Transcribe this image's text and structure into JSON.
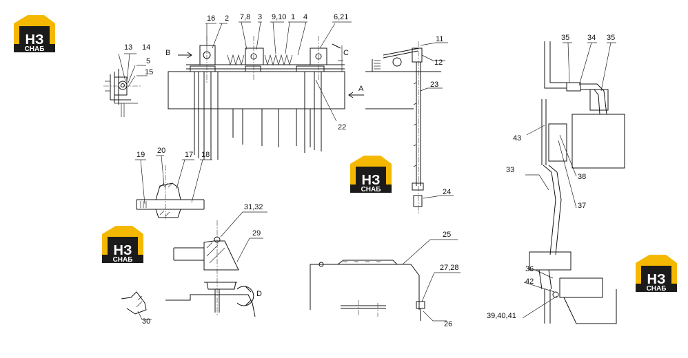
{
  "brand": {
    "mark": "НЗ",
    "word": "СНАБ",
    "color_orange": "#f5b800",
    "color_dark": "#1b1b1b"
  },
  "labels": {
    "l16": "16",
    "l2": "2",
    "l78": "7,8",
    "l3": "3",
    "l910": "9,10",
    "l1": "1",
    "l4": "4",
    "l621": "6,21",
    "l11": "11",
    "l12": "12",
    "l23": "23",
    "l22": "22",
    "l24": "24",
    "l13": "13",
    "l14": "14",
    "l5": "5",
    "l15": "15",
    "l19": "19",
    "l20": "20",
    "l17": "17",
    "l18": "18",
    "l3132": "31,32",
    "l29": "29",
    "l30": "30",
    "l25": "25",
    "l2728": "27,28",
    "l26": "26",
    "l35a": "35",
    "l34": "34",
    "l35b": "35",
    "l43": "43",
    "l33": "33",
    "l38": "38",
    "l37": "37",
    "l36": "36",
    "l42": "42",
    "l394041": "39,40,41",
    "viewA": "A",
    "viewB": "B",
    "viewC": "C",
    "viewD": "D"
  }
}
